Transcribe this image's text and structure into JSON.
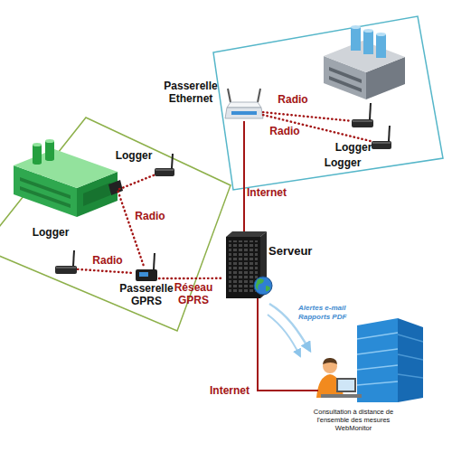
{
  "diagram": {
    "nodes": [
      {
        "text": [
          "Passerelle Ethernet"
        ]
      },
      {
        "text": [
          "Logger"
        ]
      },
      {
        "text": [
          "Logger"
        ]
      },
      {
        "text": [
          "Logger"
        ]
      },
      {
        "text": [
          "Logger"
        ]
      },
      {
        "text": [
          "Serveur"
        ]
      },
      {
        "text": [
          "Passerelle GPRS"
        ]
      },
      {
        "text": [
          "Consultation à distance de l'ensemble des mesures WebMonitor"
        ]
      }
    ],
    "edges": [
      {
        "from": 0,
        "to": 1,
        "arrow": "none",
        "label": "Radio"
      },
      {
        "from": 0,
        "to": 2,
        "arrow": "none",
        "label": "Radio"
      },
      {
        "from": 3,
        "to": 6,
        "arrow": "none",
        "label": "Radio"
      },
      {
        "from": 4,
        "to": 6,
        "arrow": "none",
        "label": "Radio"
      },
      {
        "from": 6,
        "to": 5,
        "arrow": "none",
        "label": "Réseau GPRS"
      },
      {
        "from": 0,
        "to": 5,
        "arrow": "none",
        "label": "Internet"
      },
      {
        "from": 5,
        "to": 7,
        "arrow": "none",
        "label": "Internet"
      }
    ],
    "labels": [
      "Alertes e-mail Rapports PDF"
    ]
  }
}
